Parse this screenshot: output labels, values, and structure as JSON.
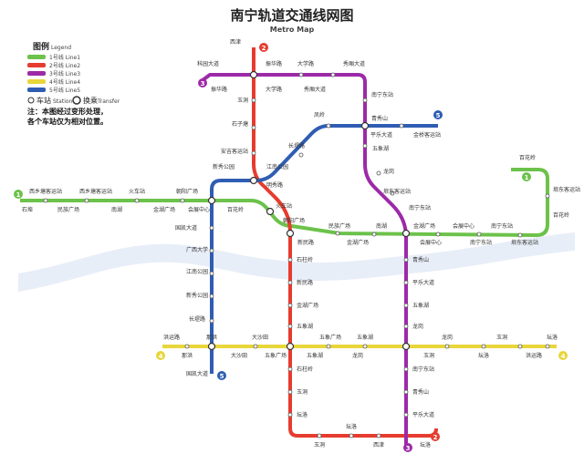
{
  "title": "南宁轨道交通线网图",
  "subtitle": "Metro Map",
  "legend": {
    "heading": "图例",
    "heading_en": "Legend",
    "lines": [
      {
        "label": "1号线 Line1",
        "color": "#6cc24a"
      },
      {
        "label": "2号线 Line2",
        "color": "#e63c2f"
      },
      {
        "label": "3号线 Line3",
        "color": "#9c2aa8"
      },
      {
        "label": "4号线 Line4",
        "color": "#e8d63a"
      },
      {
        "label": "5号线 Line5",
        "color": "#2f5db3"
      }
    ],
    "station": "车站",
    "station_en": "Station",
    "transfer": "换乘",
    "transfer_en": "Transfer",
    "note_line1": "注：本图经过变形处理，",
    "note_line2": "各个车站仅为相对位置。"
  },
  "line_numbers": {
    "l1": "1",
    "l2": "2",
    "l3": "3",
    "l4": "4",
    "l5": "5"
  },
  "colors": {
    "l1": "#6cc24a",
    "l2": "#e63c2f",
    "l3": "#9c2aa8",
    "l4": "#e8d63a",
    "l5": "#2f5db3",
    "river": "#dfe8f5"
  },
  "stations": {
    "l2_top": "西津",
    "l2_a": "玉洞",
    "l2_b": "石子塘",
    "l2_c": "安吉客运站",
    "l2_d": "明秀路",
    "l2_e": "火车站",
    "l2_f": "朝阳广场",
    "l2_g": "新民路",
    "l2_h": "金湖广场",
    "l2_i": "石柱岭",
    "l2_j": "玉洞",
    "l2_k": "坛洛",
    "l3_a": "科园大道",
    "l3_b": "振华路",
    "l3_c": "大学路",
    "l3_d": "秀厢大道",
    "l3_e": "南宁东站",
    "l3_f": "青秀山",
    "l3_g": "平乐大道",
    "l3_h": "五象湖",
    "l3_i": "龙岗",
    "l1_a": "石埠",
    "l1_b": "西乡塘客运站",
    "l1_c": "火车站",
    "l1_d": "朝阳广场",
    "l1_e": "民族广场",
    "l1_f": "南湖",
    "l1_g": "金湖广场",
    "l1_h": "会展中心",
    "l1_i": "南宁东站",
    "l1_j": "埌东客运站",
    "l1_k": "百花岭",
    "l4_a": "洪运路",
    "l4_b": "那洪",
    "l4_c": "大沙田",
    "l4_d": "五象广场",
    "l4_e": "五象湖",
    "l4_f": "龙岗",
    "l4_g": "玉洞",
    "l4_h": "坛洛",
    "l5_a": "国凯大道",
    "l5_b": "广西大学",
    "l5_c": "江南公园",
    "l5_d": "新秀公园",
    "l5_e": "长堽路",
    "l5_f": "凤岭",
    "l5_g": "金桥客运站"
  }
}
